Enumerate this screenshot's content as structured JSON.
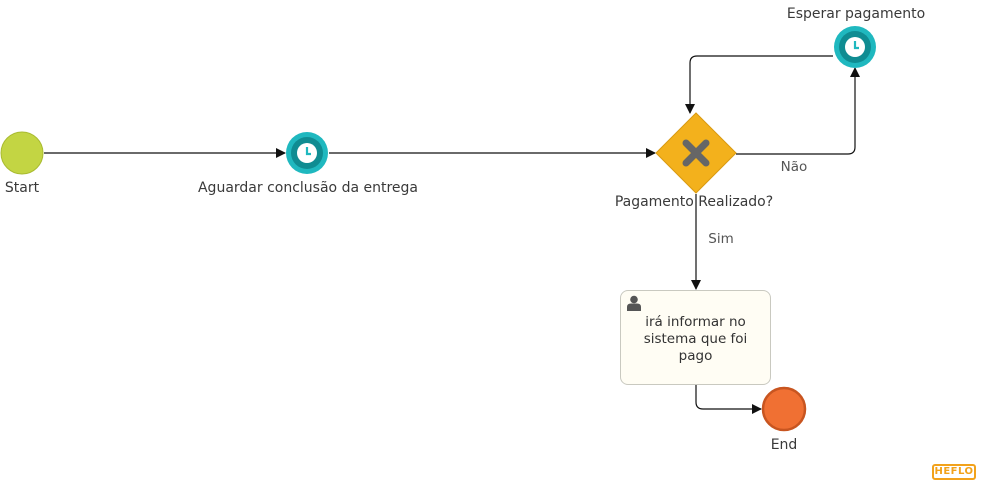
{
  "events": {
    "start_label": "Start",
    "timer_wait_delivery_label": "Aguardar conclusão da entrega",
    "timer_wait_payment_label": "Esperar pagamento",
    "end_label": "End"
  },
  "gateway": {
    "label": "Pagamento Realizado?",
    "flow_no_label": "Não",
    "flow_yes_label": "Sim"
  },
  "task": {
    "lines": [
      "irá informar no",
      "sistema que foi",
      "pago"
    ]
  },
  "branding": {
    "logo_text": "HEFLO"
  },
  "colors": {
    "start_fill": "#c3d543",
    "timer_ring": "#1fb8bf",
    "gateway_fill": "#f3b11c",
    "end_fill": "#f07033",
    "task_fill": "#fffdf4",
    "logo": "#f2a21b"
  },
  "icons": {
    "timer": "clock-icon",
    "gateway_marker": "x-icon",
    "task_type": "user-icon",
    "logo": "heflo-logo-icon"
  }
}
